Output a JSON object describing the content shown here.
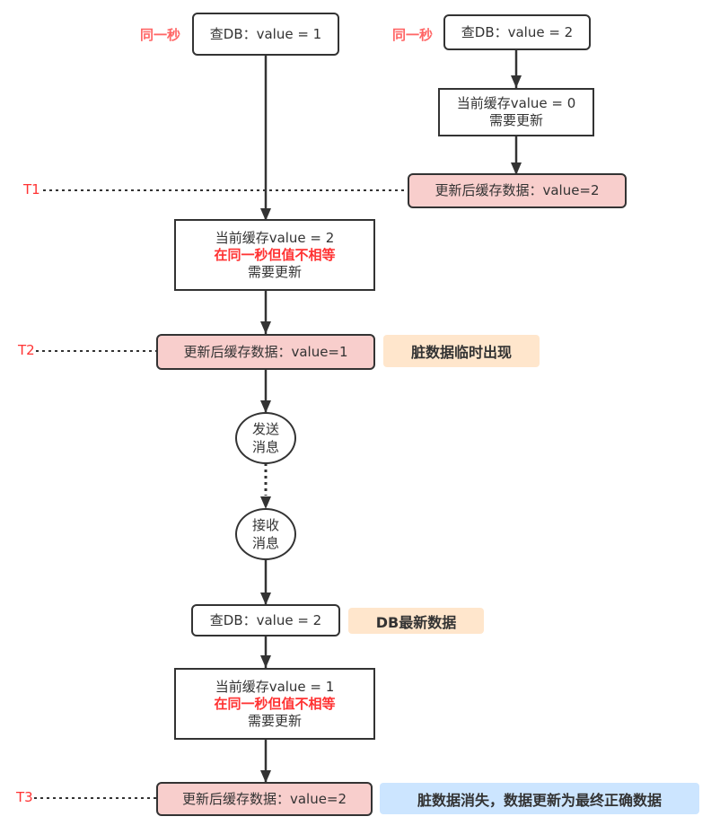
{
  "labels": {
    "same_second": "同一秒",
    "t1": "T1",
    "t2": "T2",
    "t3": "T3"
  },
  "left_flow": {
    "query_db_1": "查DB：value = 1",
    "cache_check_1": [
      "当前缓存value = 2",
      "在同一秒但值不相等",
      "需要更新"
    ],
    "update_cache_1": "更新后缓存数据：value=1",
    "send_message": [
      "发送",
      "消息"
    ],
    "receive_message": [
      "接收",
      "消息"
    ],
    "query_db_2": "查DB：value = 2",
    "cache_check_2": [
      "当前缓存value = 1",
      "在同一秒但值不相等",
      "需要更新"
    ],
    "update_cache_2": "更新后缓存数据：value=2"
  },
  "right_flow": {
    "query_db": "查DB：value = 2",
    "cache_check": [
      "当前缓存value = 0",
      "需要更新"
    ],
    "update_cache": "更新后缓存数据：value=2"
  },
  "notes": {
    "dirty_appears": "脏数据临时出现",
    "db_latest": "DB最新数据",
    "dirty_gone": "脏数据消失，数据更新为最终正确数据"
  },
  "colors": {
    "update_fill": "#f8cecc",
    "note_orange": "#ffe6cc",
    "note_blue": "#cce5ff",
    "highlight_red": "#ff3333"
  }
}
